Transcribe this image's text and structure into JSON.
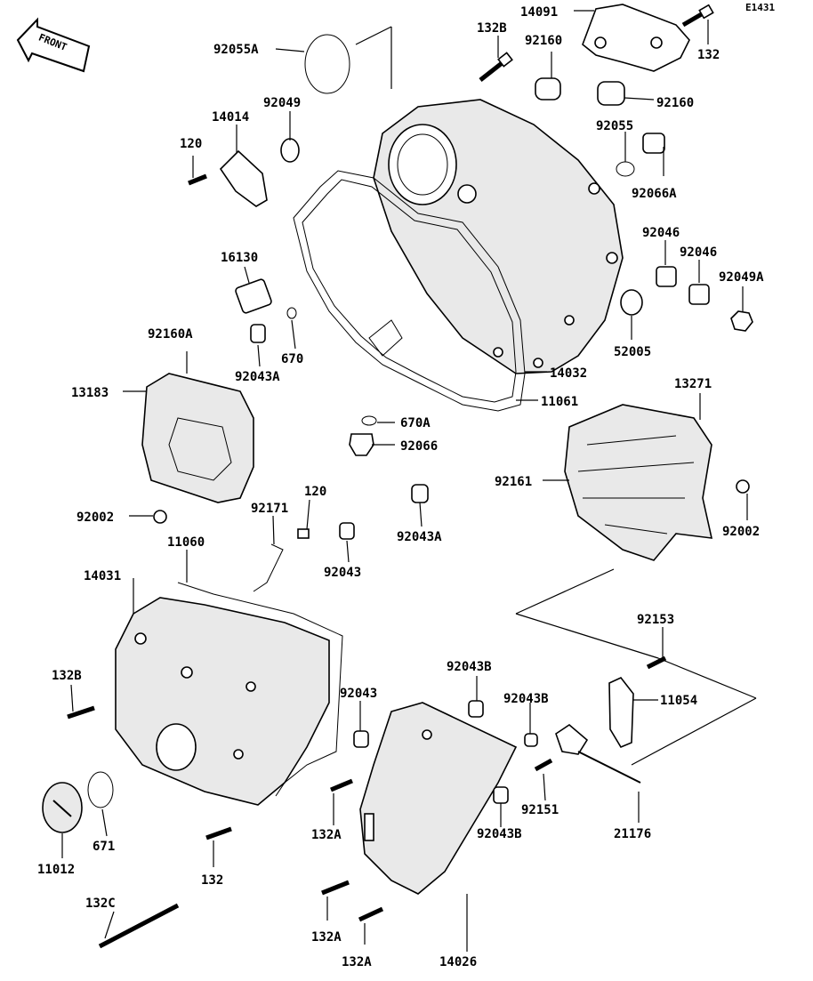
{
  "diagram": {
    "code": "E1431",
    "front_label": "FRONT",
    "labels": {
      "p14091": "14091",
      "p132B_top": "132B",
      "p132_top": "132",
      "p92055A": "92055A",
      "p92160_a": "92160",
      "p92160_b": "92160",
      "p92049": "92049",
      "p14014": "14014",
      "p120_a": "120",
      "p92055": "92055",
      "p92066A": "92066A",
      "p16130": "16130",
      "p92046_a": "92046",
      "p92046_b": "92046",
      "p92049A": "92049A",
      "p670": "670",
      "p52005": "52005",
      "p92160A": "92160A",
      "p92043A_a": "92043A",
      "p14032": "14032",
      "p13183": "13183",
      "p13271": "13271",
      "p11061": "11061",
      "p670A": "670A",
      "p92066": "92066",
      "p92161": "92161",
      "p92002_a": "92002",
      "p92002_b": "92002",
      "p120_b": "120",
      "p92171": "92171",
      "p92043A_b": "92043A",
      "p11060": "11060",
      "p92043_a": "92043",
      "p14031": "14031",
      "p92153": "92153",
      "p132B_bot": "132B",
      "p92043B_a": "92043B",
      "p92043_b": "92043",
      "p92043B_b": "92043B",
      "p11054": "11054",
      "p671": "671",
      "p11012": "11012",
      "p132A_a": "132A",
      "p92043B_c": "92043B",
      "p92151": "92151",
      "p21176": "21176",
      "p132_bot": "132",
      "p132C": "132C",
      "p132A_b": "132A",
      "p132A_c": "132A",
      "p14026": "14026"
    }
  }
}
